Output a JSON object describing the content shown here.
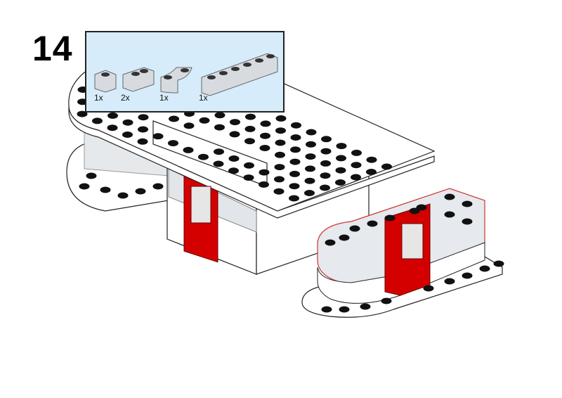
{
  "step": {
    "number": "14"
  },
  "parts_list": [
    {
      "part": "brick-1x1-trans-clear",
      "qty": "1x"
    },
    {
      "part": "brick-1x2-trans-clear",
      "qty": "2x"
    },
    {
      "part": "brick-round-corner-trans-clear",
      "qty": "1x"
    },
    {
      "part": "brick-1x6-trans-clear",
      "qty": "1x"
    }
  ],
  "colors": {
    "parts_bg": "#d6ecfa",
    "door_red": "#d40000",
    "trans_clear": "#d9dde2",
    "stud": "#111111"
  }
}
